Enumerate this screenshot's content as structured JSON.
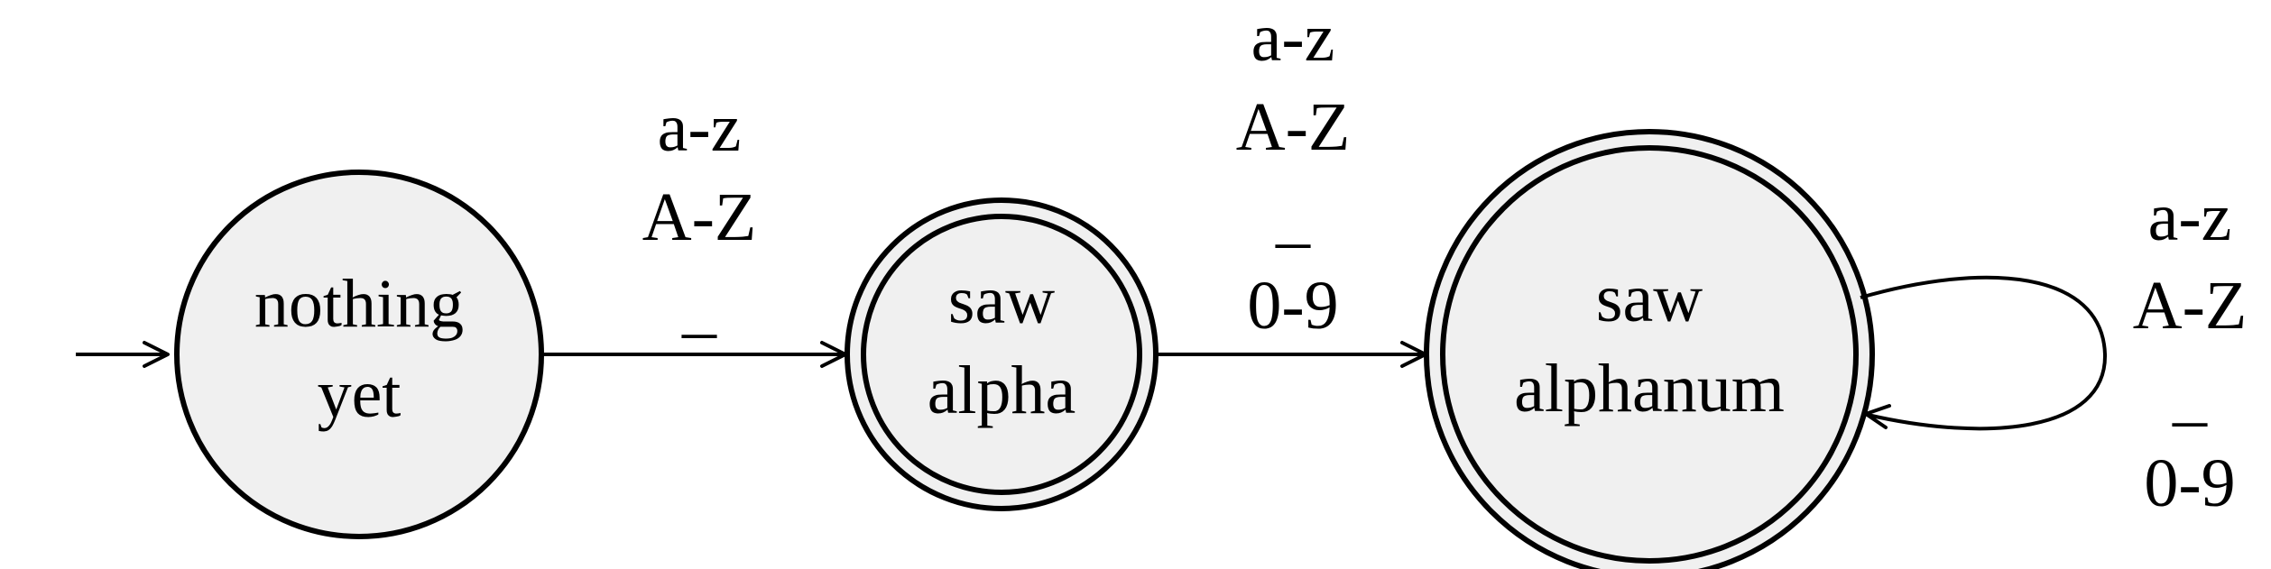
{
  "states": [
    {
      "id": "nothing-yet",
      "lines": [
        "nothing",
        "yet"
      ],
      "accepting": false,
      "initial": true
    },
    {
      "id": "saw-alpha",
      "lines": [
        "saw",
        "alpha"
      ],
      "accepting": true,
      "initial": false
    },
    {
      "id": "saw-alphanum",
      "lines": [
        "saw",
        "alphanum"
      ],
      "accepting": true,
      "initial": false
    }
  ],
  "transitions": [
    {
      "from": "nothing-yet",
      "to": "saw-alpha",
      "labels": [
        "a-z",
        "A-Z",
        "_"
      ]
    },
    {
      "from": "saw-alpha",
      "to": "saw-alphanum",
      "labels": [
        "a-z",
        "A-Z",
        "_",
        "0-9"
      ]
    },
    {
      "from": "saw-alphanum",
      "to": "saw-alphanum",
      "labels": [
        "a-z",
        "A-Z",
        "_",
        "0-9"
      ]
    }
  ]
}
